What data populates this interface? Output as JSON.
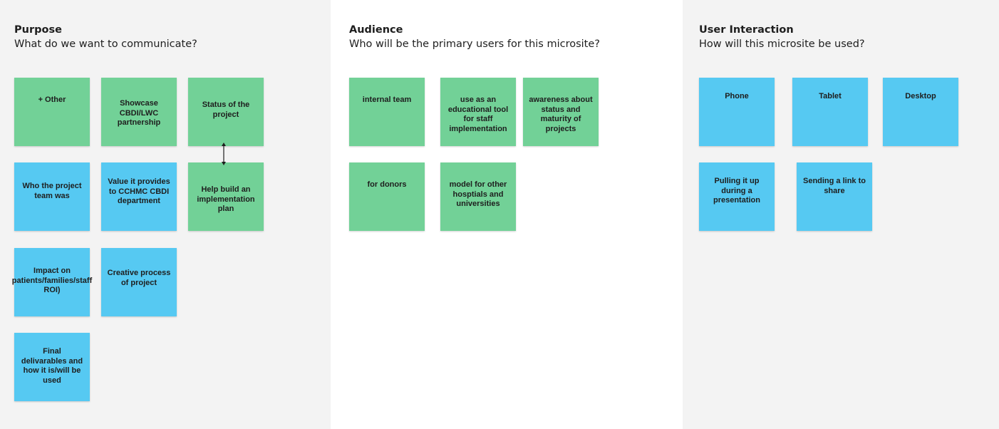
{
  "columns": [
    {
      "title": "Purpose",
      "subtitle": "What do we want to communicate?",
      "notes": [
        {
          "text": "+ Other",
          "color": "green"
        },
        {
          "text": "Showcase CBDI/LWC partnership",
          "color": "green"
        },
        {
          "text": "Status of the project",
          "color": "green"
        },
        {
          "text": "Who the project team was",
          "color": "blue"
        },
        {
          "text": "Value it provides to CCHMC CBDI department",
          "color": "blue"
        },
        {
          "text": "Help build an implementation plan",
          "color": "green"
        },
        {
          "text": "Impact on patients/families/staff ROI)",
          "color": "blue"
        },
        {
          "text": "Creative process  of project",
          "color": "blue"
        },
        {
          "text": "Final delivarables and how it is/will be used",
          "color": "blue"
        }
      ]
    },
    {
      "title": "Audience",
      "subtitle": "Who will be the primary users for this microsite?",
      "notes": [
        {
          "text": "internal team",
          "color": "green"
        },
        {
          "text": "use as an educational tool for staff implementation",
          "color": "green"
        },
        {
          "text": "awareness about status and maturity of projects",
          "color": "green"
        },
        {
          "text": "for donors",
          "color": "green"
        },
        {
          "text": "model for other hosptials and universities",
          "color": "green"
        }
      ]
    },
    {
      "title": "User Interaction",
      "subtitle": "How will this microsite be used?",
      "notes": [
        {
          "text": "Phone",
          "color": "blue"
        },
        {
          "text": "Tablet",
          "color": "blue"
        },
        {
          "text": "Desktop",
          "color": "blue"
        },
        {
          "text": "Pulling it up during a presentation",
          "color": "blue"
        },
        {
          "text": "Sending a link to share",
          "color": "blue"
        }
      ]
    }
  ],
  "colors": {
    "green": "#72d197",
    "blue": "#56c9f2"
  }
}
